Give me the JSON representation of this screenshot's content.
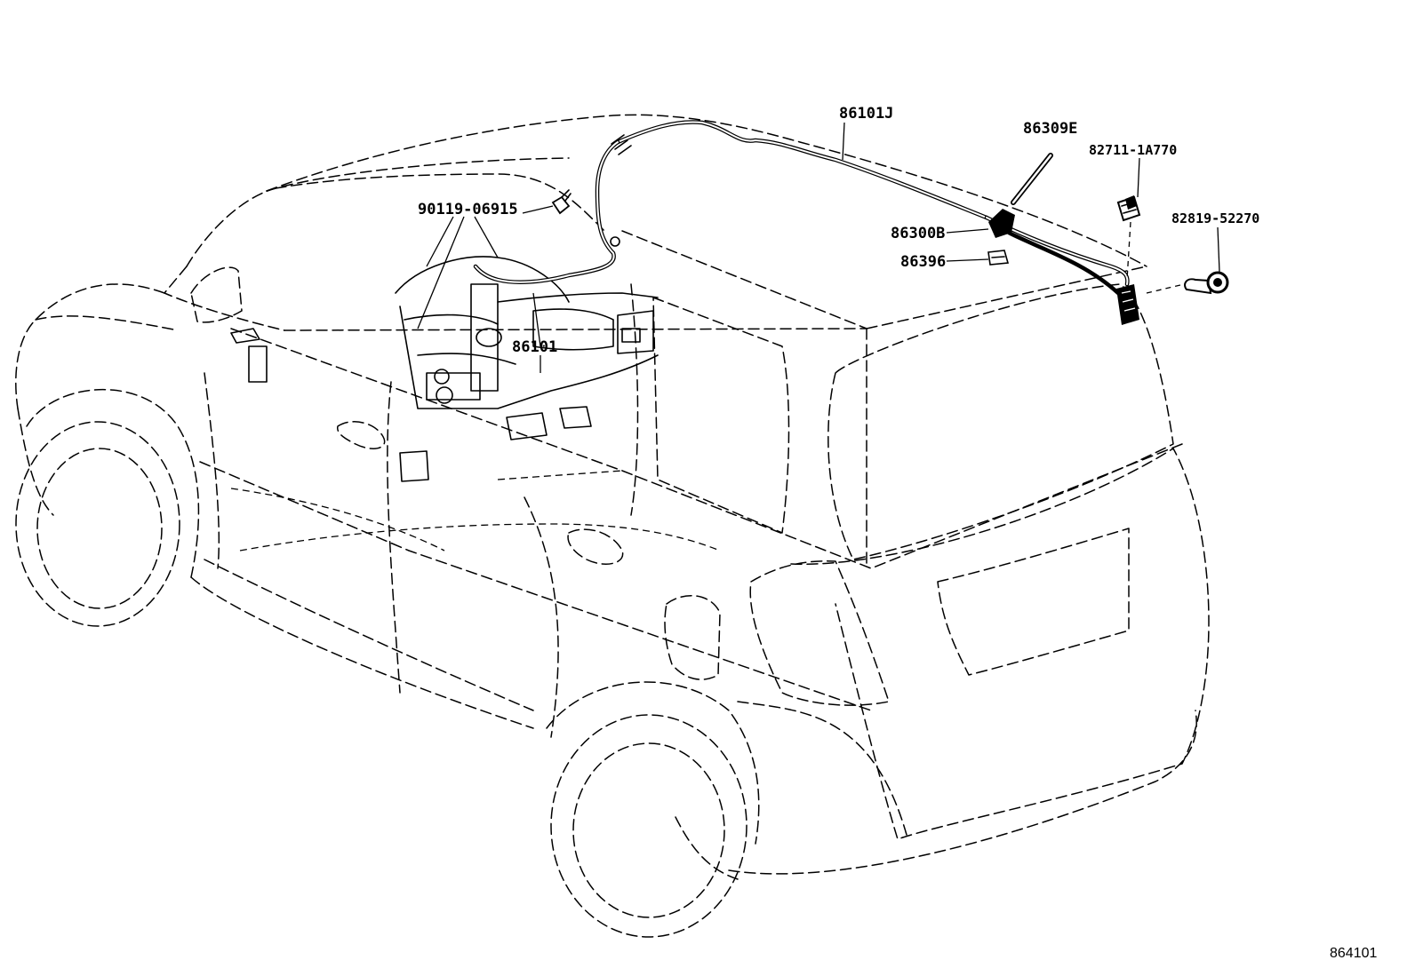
{
  "labels": {
    "harness_main": "86101J",
    "antenna_rod": "86309E",
    "clip": "82711-1A770",
    "bolt": "90119-06915",
    "antenna_base": "86300B",
    "pad": "86396",
    "grommet": "82819-52270",
    "lead_front": "86101"
  },
  "figure_number": "864101"
}
